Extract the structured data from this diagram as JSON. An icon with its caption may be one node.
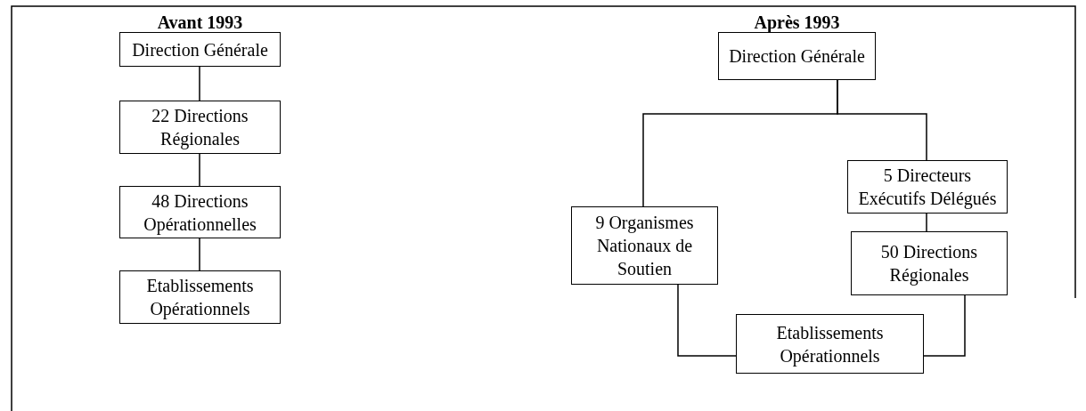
{
  "diagram": {
    "nodes": [
      {
        "text": [
          "Direction Générale"
        ]
      },
      {
        "text": [
          "22 Directions Régionales"
        ]
      },
      {
        "text": [
          "48 Directions Opérationnelles"
        ]
      },
      {
        "text": [
          "Etablissements Opérationnels"
        ]
      },
      {
        "text": [
          "Direction Générale"
        ]
      },
      {
        "text": [
          "9 Organismes Nationaux de Soutien"
        ]
      },
      {
        "text": [
          "5 Directeurs Exécutifs Délégués"
        ]
      },
      {
        "text": [
          "50 Directions Régionales"
        ]
      },
      {
        "text": [
          "Etablissements Opérationnels"
        ]
      }
    ],
    "edges": [
      {
        "from": 0,
        "to": 1,
        "arrow": "none"
      },
      {
        "from": 1,
        "to": 2,
        "arrow": "none"
      },
      {
        "from": 2,
        "to": 3,
        "arrow": "none"
      },
      {
        "from": 4,
        "to": 5,
        "arrow": "none"
      },
      {
        "from": 4,
        "to": 6,
        "arrow": "none"
      },
      {
        "from": 6,
        "to": 7,
        "arrow": "none"
      },
      {
        "from": 5,
        "to": 8,
        "arrow": "none"
      },
      {
        "from": 7,
        "to": 8,
        "arrow": "none"
      }
    ],
    "labels": [
      "Avant 1993",
      "Après 1993"
    ]
  }
}
